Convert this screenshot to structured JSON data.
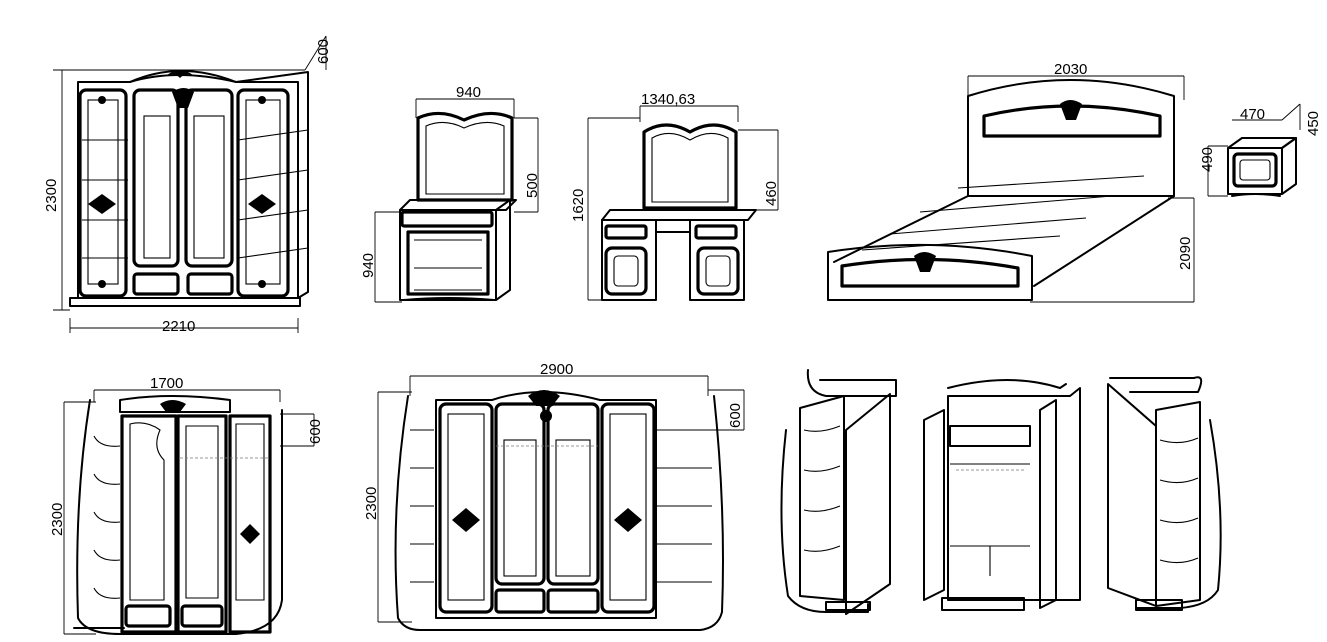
{
  "dimensions": {
    "wardrobe4": {
      "width": "2210",
      "height": "2300",
      "depth": "600"
    },
    "dresser": {
      "width": "940",
      "mirror": "500",
      "body": "940"
    },
    "vanity": {
      "width": "1340,63",
      "height": "1620",
      "mirror": "460"
    },
    "bed": {
      "width": "2030",
      "length": "2090"
    },
    "nightstand": {
      "width": "470",
      "depth": "450",
      "height": "490"
    },
    "corner_wardrobe": {
      "width": "1700",
      "height": "2300",
      "depth": "600"
    },
    "wardrobe5": {
      "width": "2900",
      "height": "2300",
      "depth": "600"
    }
  },
  "colors": {
    "line": "#000000",
    "background": "#ffffff"
  }
}
